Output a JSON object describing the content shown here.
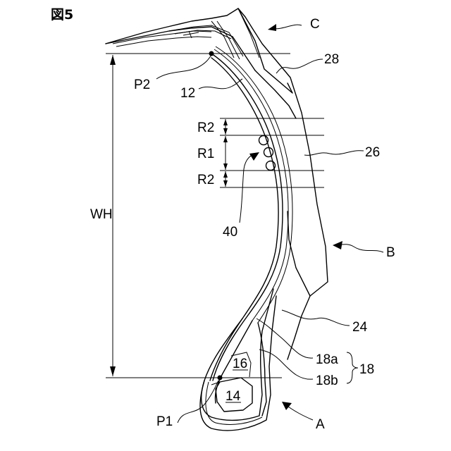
{
  "figure_label": "図5",
  "labels": {
    "A": "A",
    "B": "B",
    "C": "C",
    "n28": "28",
    "n26": "26",
    "n24": "24",
    "n12": "12",
    "n40": "40",
    "n16": "16",
    "n14": "14",
    "n18a": "18a",
    "n18b": "18b",
    "n18": "18",
    "P1": "P1",
    "P2": "P2",
    "R1": "R1",
    "R2_top": "R2",
    "R2_bottom": "R2",
    "WH": "WH"
  }
}
